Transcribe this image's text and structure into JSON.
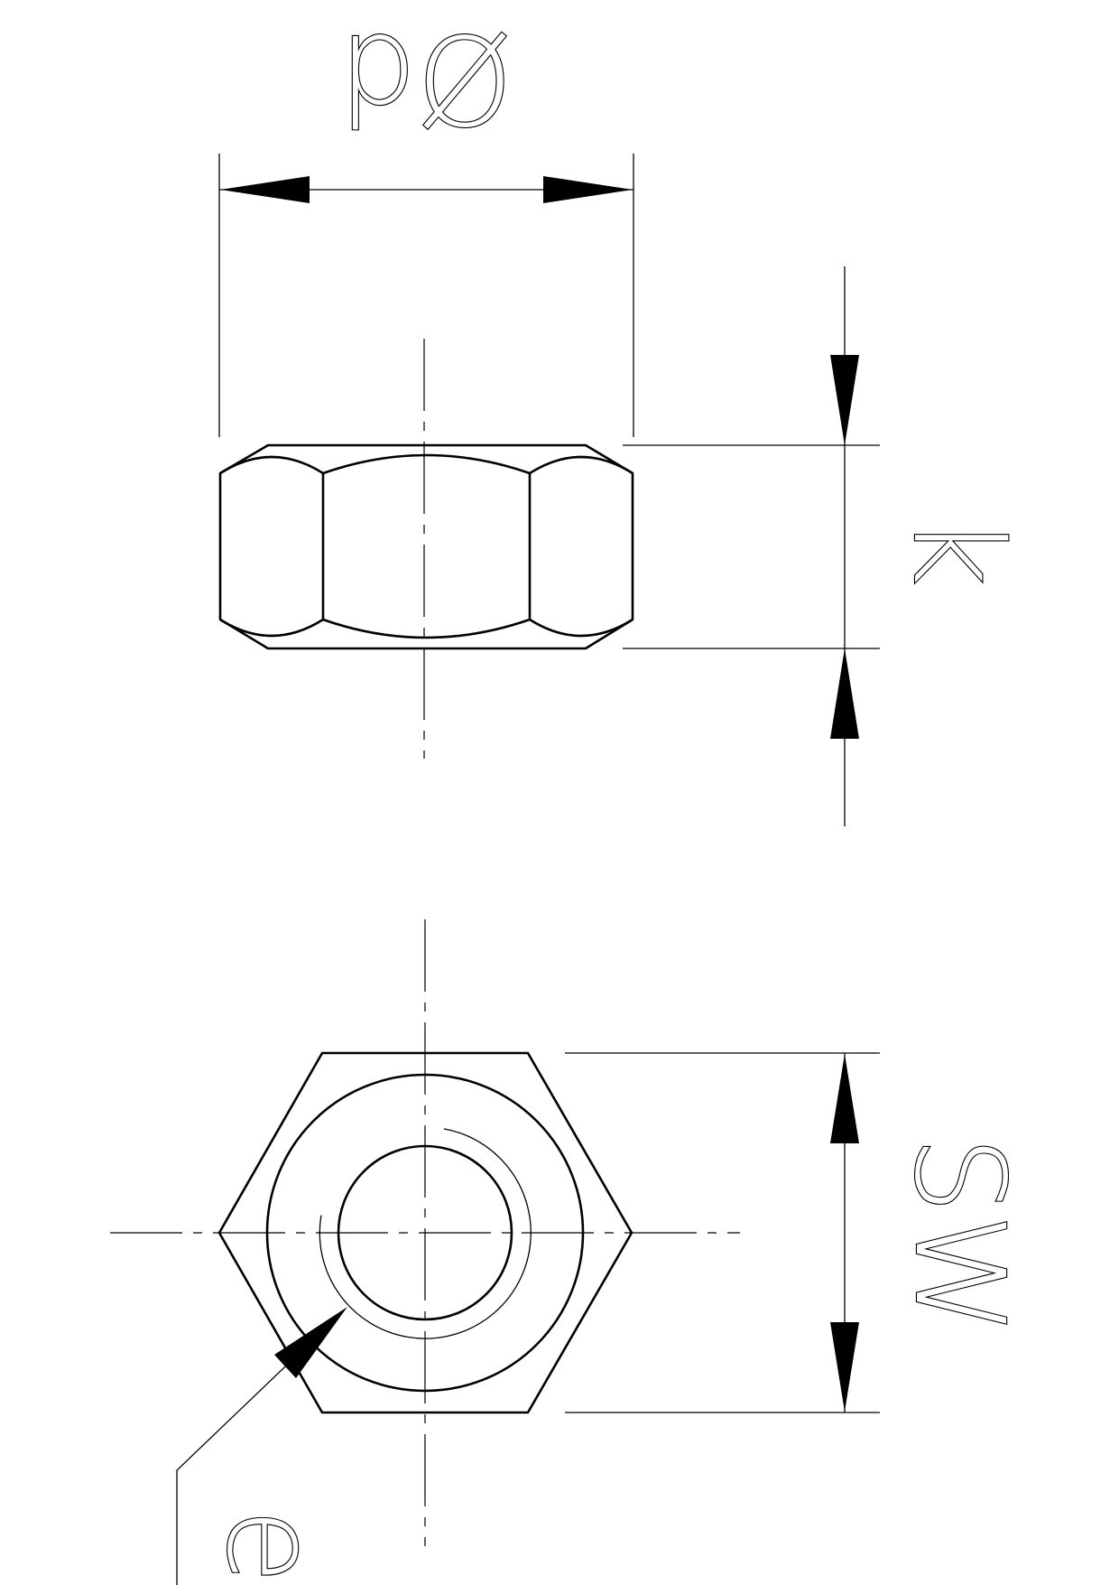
{
  "labels": {
    "diameter": "Ød",
    "height": "k",
    "width_across_flats": "SW",
    "corner_width": "e"
  },
  "colors": {
    "line": "#000000",
    "background": "#ffffff"
  }
}
